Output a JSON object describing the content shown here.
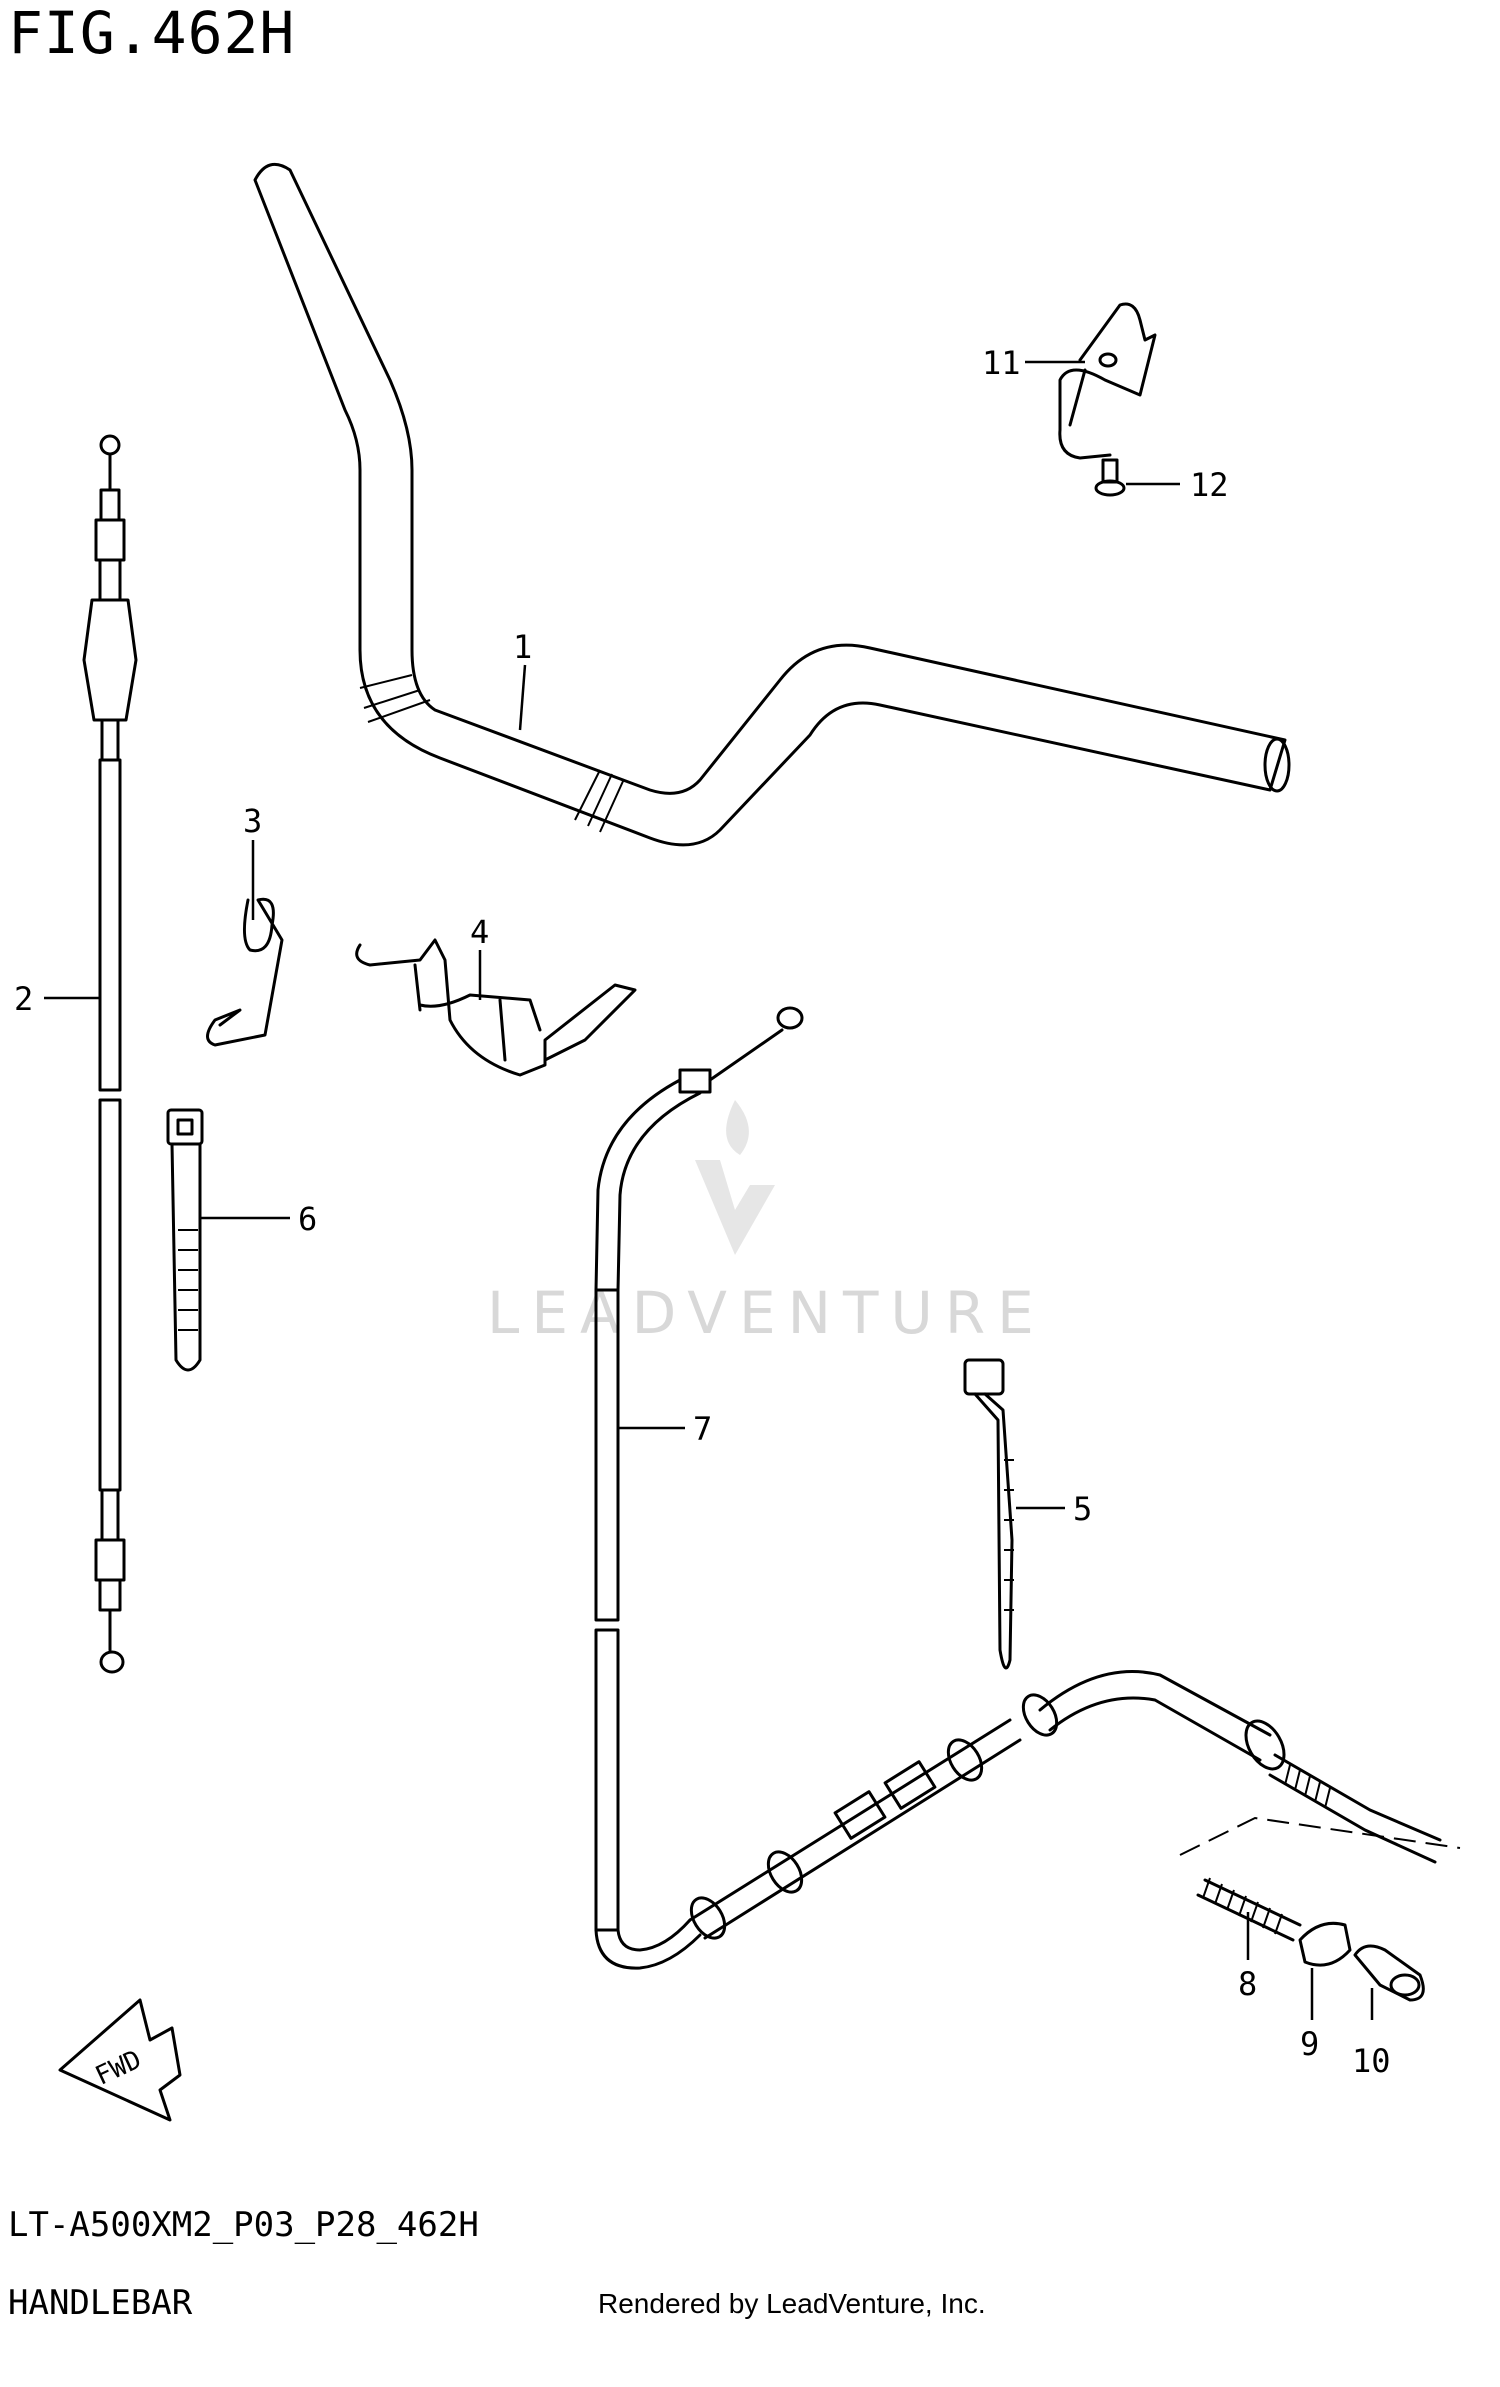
{
  "figure": {
    "title": "FIG.462H",
    "code": "LT-A500XM2_P03_P28_462H",
    "name": "HANDLEBAR",
    "credit": "Rendered by LeadVenture, Inc."
  },
  "watermark": {
    "text": "LEADVENTURE"
  },
  "fwd_label": "FWD",
  "callouts": [
    "1",
    "2",
    "3",
    "4",
    "5",
    "6",
    "7",
    "8",
    "9",
    "10",
    "11",
    "12"
  ]
}
